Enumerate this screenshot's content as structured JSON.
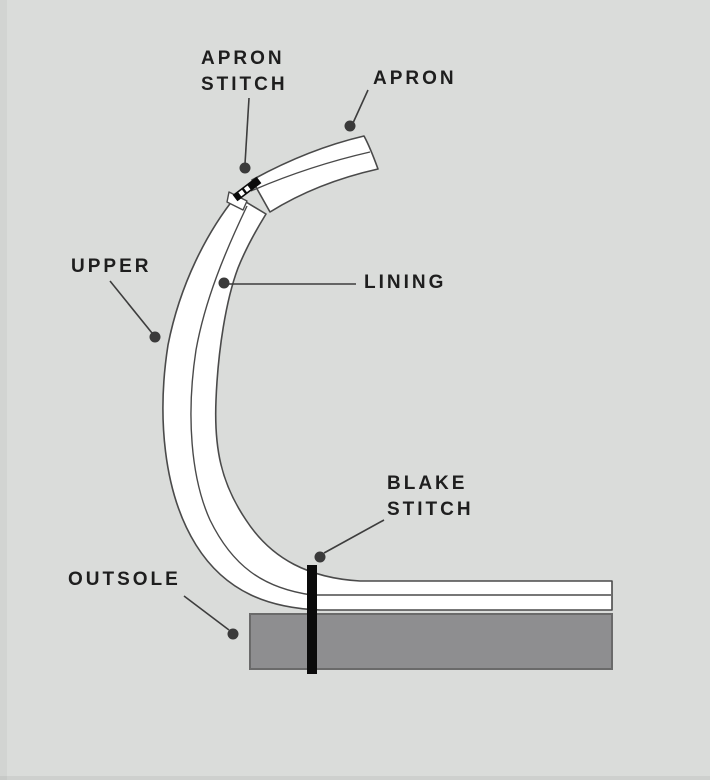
{
  "figure": {
    "type": "shoe-construction-cross-section-diagram",
    "labels": {
      "apron_stitch": {
        "line1": "APRON",
        "line2": "STITCH"
      },
      "apron": {
        "text": "APRON"
      },
      "upper": {
        "text": "UPPER"
      },
      "lining": {
        "text": "LINING"
      },
      "blake_stitch": {
        "line1": "BLAKE",
        "line2": "STITCH"
      },
      "outsole": {
        "text": "OUTSOLE"
      }
    },
    "colors": {
      "background": "#dadcda",
      "outline": "#4a4a4a",
      "text": "#1e1e1e",
      "marker_dot": "#3a3a3a",
      "leader_line": "#3d3d3d",
      "layer_fill": "#ffffff",
      "outsole_fill": "#8e8e90",
      "outsole_border": "#6a6a6a",
      "stitch_black": "#0b0b0b"
    }
  }
}
